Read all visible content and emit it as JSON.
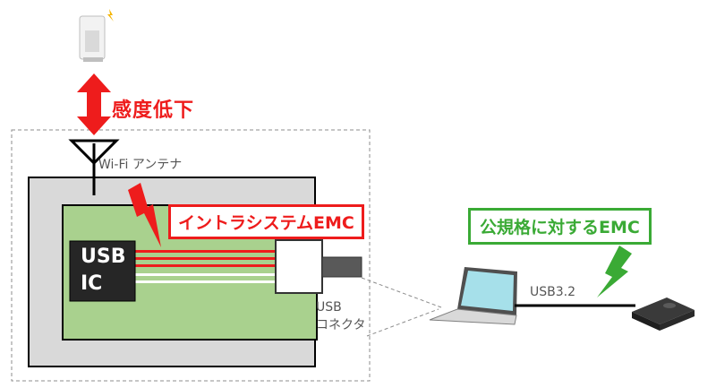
{
  "diagram": {
    "sensitivity_label": "感度低下",
    "antenna_label": "Wi-Fi アンテナ",
    "intrasystem_emc_label": "イントラシステムEMC",
    "standard_emc_label": "公規格に対するEMC",
    "usb_ic_line1": "USB",
    "usb_ic_line2": "IC",
    "usb_connector_line1": "USB",
    "usb_connector_line2": "コネクタ",
    "cable_label": "USB3.2"
  },
  "colors": {
    "red": "#ee1c1c",
    "green_accent": "#3aaa35",
    "pcb_green": "#a9d18e",
    "enclosure_gray": "#d9d9d9",
    "ic_black": "#262626"
  }
}
